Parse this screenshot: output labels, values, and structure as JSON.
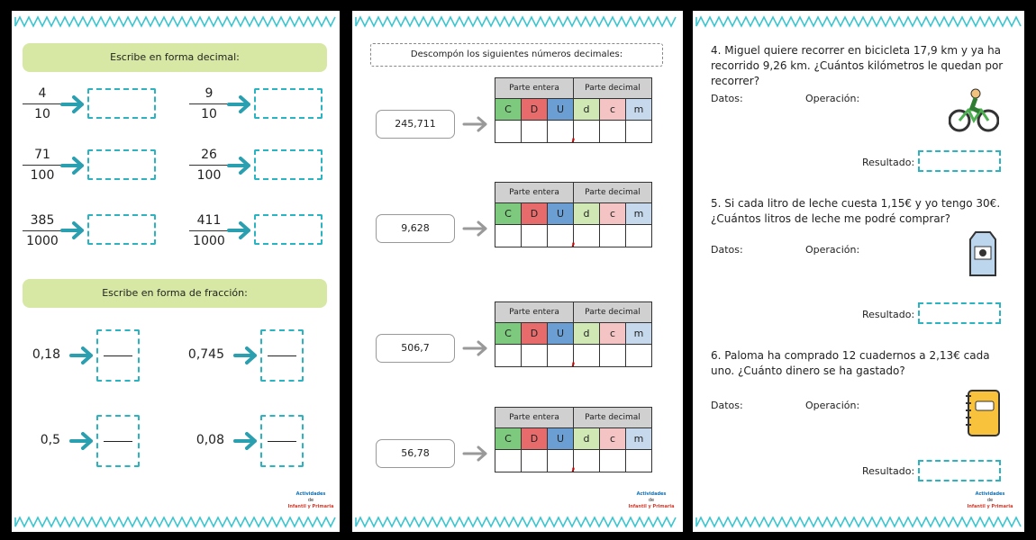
{
  "page1": {
    "banner_decimal": "Escribe en forma decimal:",
    "fractions": [
      {
        "num": "4",
        "den": "10"
      },
      {
        "num": "9",
        "den": "10"
      },
      {
        "num": "71",
        "den": "100"
      },
      {
        "num": "26",
        "den": "100"
      },
      {
        "num": "385",
        "den": "1000"
      },
      {
        "num": "411",
        "den": "1000"
      }
    ],
    "banner_fraction": "Escribe en forma de fracción:",
    "decimals": [
      "0,18",
      "0,745",
      "0,5",
      "0,08"
    ]
  },
  "page2": {
    "title": "Descompón los siguientes números decimales:",
    "header_entera": "Parte entera",
    "header_decimal": "Parte decimal",
    "cols": [
      "C",
      "D",
      "U",
      "d",
      "c",
      "m"
    ],
    "comma": ",",
    "numbers": [
      "245,711",
      "9,628",
      "506,7",
      "56,78"
    ]
  },
  "page3": {
    "q4": "4. Miguel quiere recorrer en bicicleta 17,9 km y ya ha recorrido 9,26 km. ¿Cuántos kilómetros le quedan por recorrer?",
    "q5": "5. Si cada litro de leche cuesta 1,15€ y yo tengo 30€. ¿Cuántos litros de leche me podré comprar?",
    "q6": "6. Paloma ha comprado 12 cuadernos a 2,13€ cada uno. ¿Cuánto dinero se ha gastado?",
    "datos": "Datos:",
    "operacion": "Operación:",
    "resultado": "Resultado:",
    "icons": [
      "cyclist-icon",
      "milk-carton-icon",
      "notebook-icon"
    ]
  },
  "logo": {
    "line1": "Actividades",
    "line2": "de",
    "line3": "Infantil y Primaria"
  },
  "colors": {
    "accent": "#2ab3c0",
    "banner": "#d7e8a4",
    "zigzag": "#3cc5cf"
  }
}
